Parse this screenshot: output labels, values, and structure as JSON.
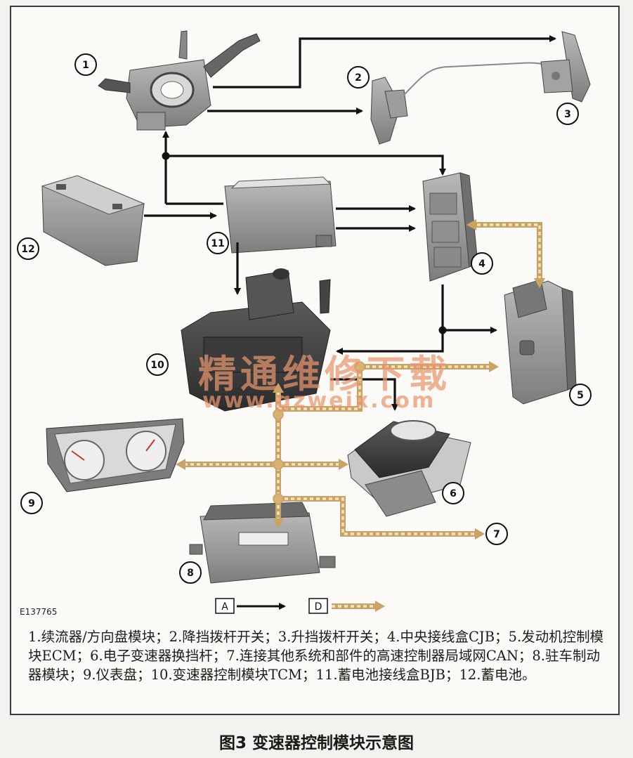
{
  "ref_code": "E137765",
  "component_numbers": [
    "1",
    "2",
    "3",
    "4",
    "5",
    "6",
    "7",
    "8",
    "9",
    "10",
    "11",
    "12"
  ],
  "legend": {
    "solid_label": "A",
    "dashed_label": "D"
  },
  "caption": "1.续流器/方向盘模块；2.降挡拨杆开关；3.升挡拨杆开关；4.中央接线盒CJB；5.发动机控制模块ECM；6.电子变速器换挡杆；7.连接其他系统和部件的高速控制器局域网CAN；8.驻车制动器模块；9.仪表盘；10.变速器控制模块TCM；11.蓄电池接线盒BJB；12.蓄电池。",
  "figure_title": "图3 变速器控制模块示意图",
  "watermark": {
    "cn": "精通维修下载",
    "en": "www.gzweix.com"
  },
  "colors": {
    "solid_line": "#111111",
    "can_line": "#c9a266",
    "can_fill": "#f3e3c4"
  }
}
